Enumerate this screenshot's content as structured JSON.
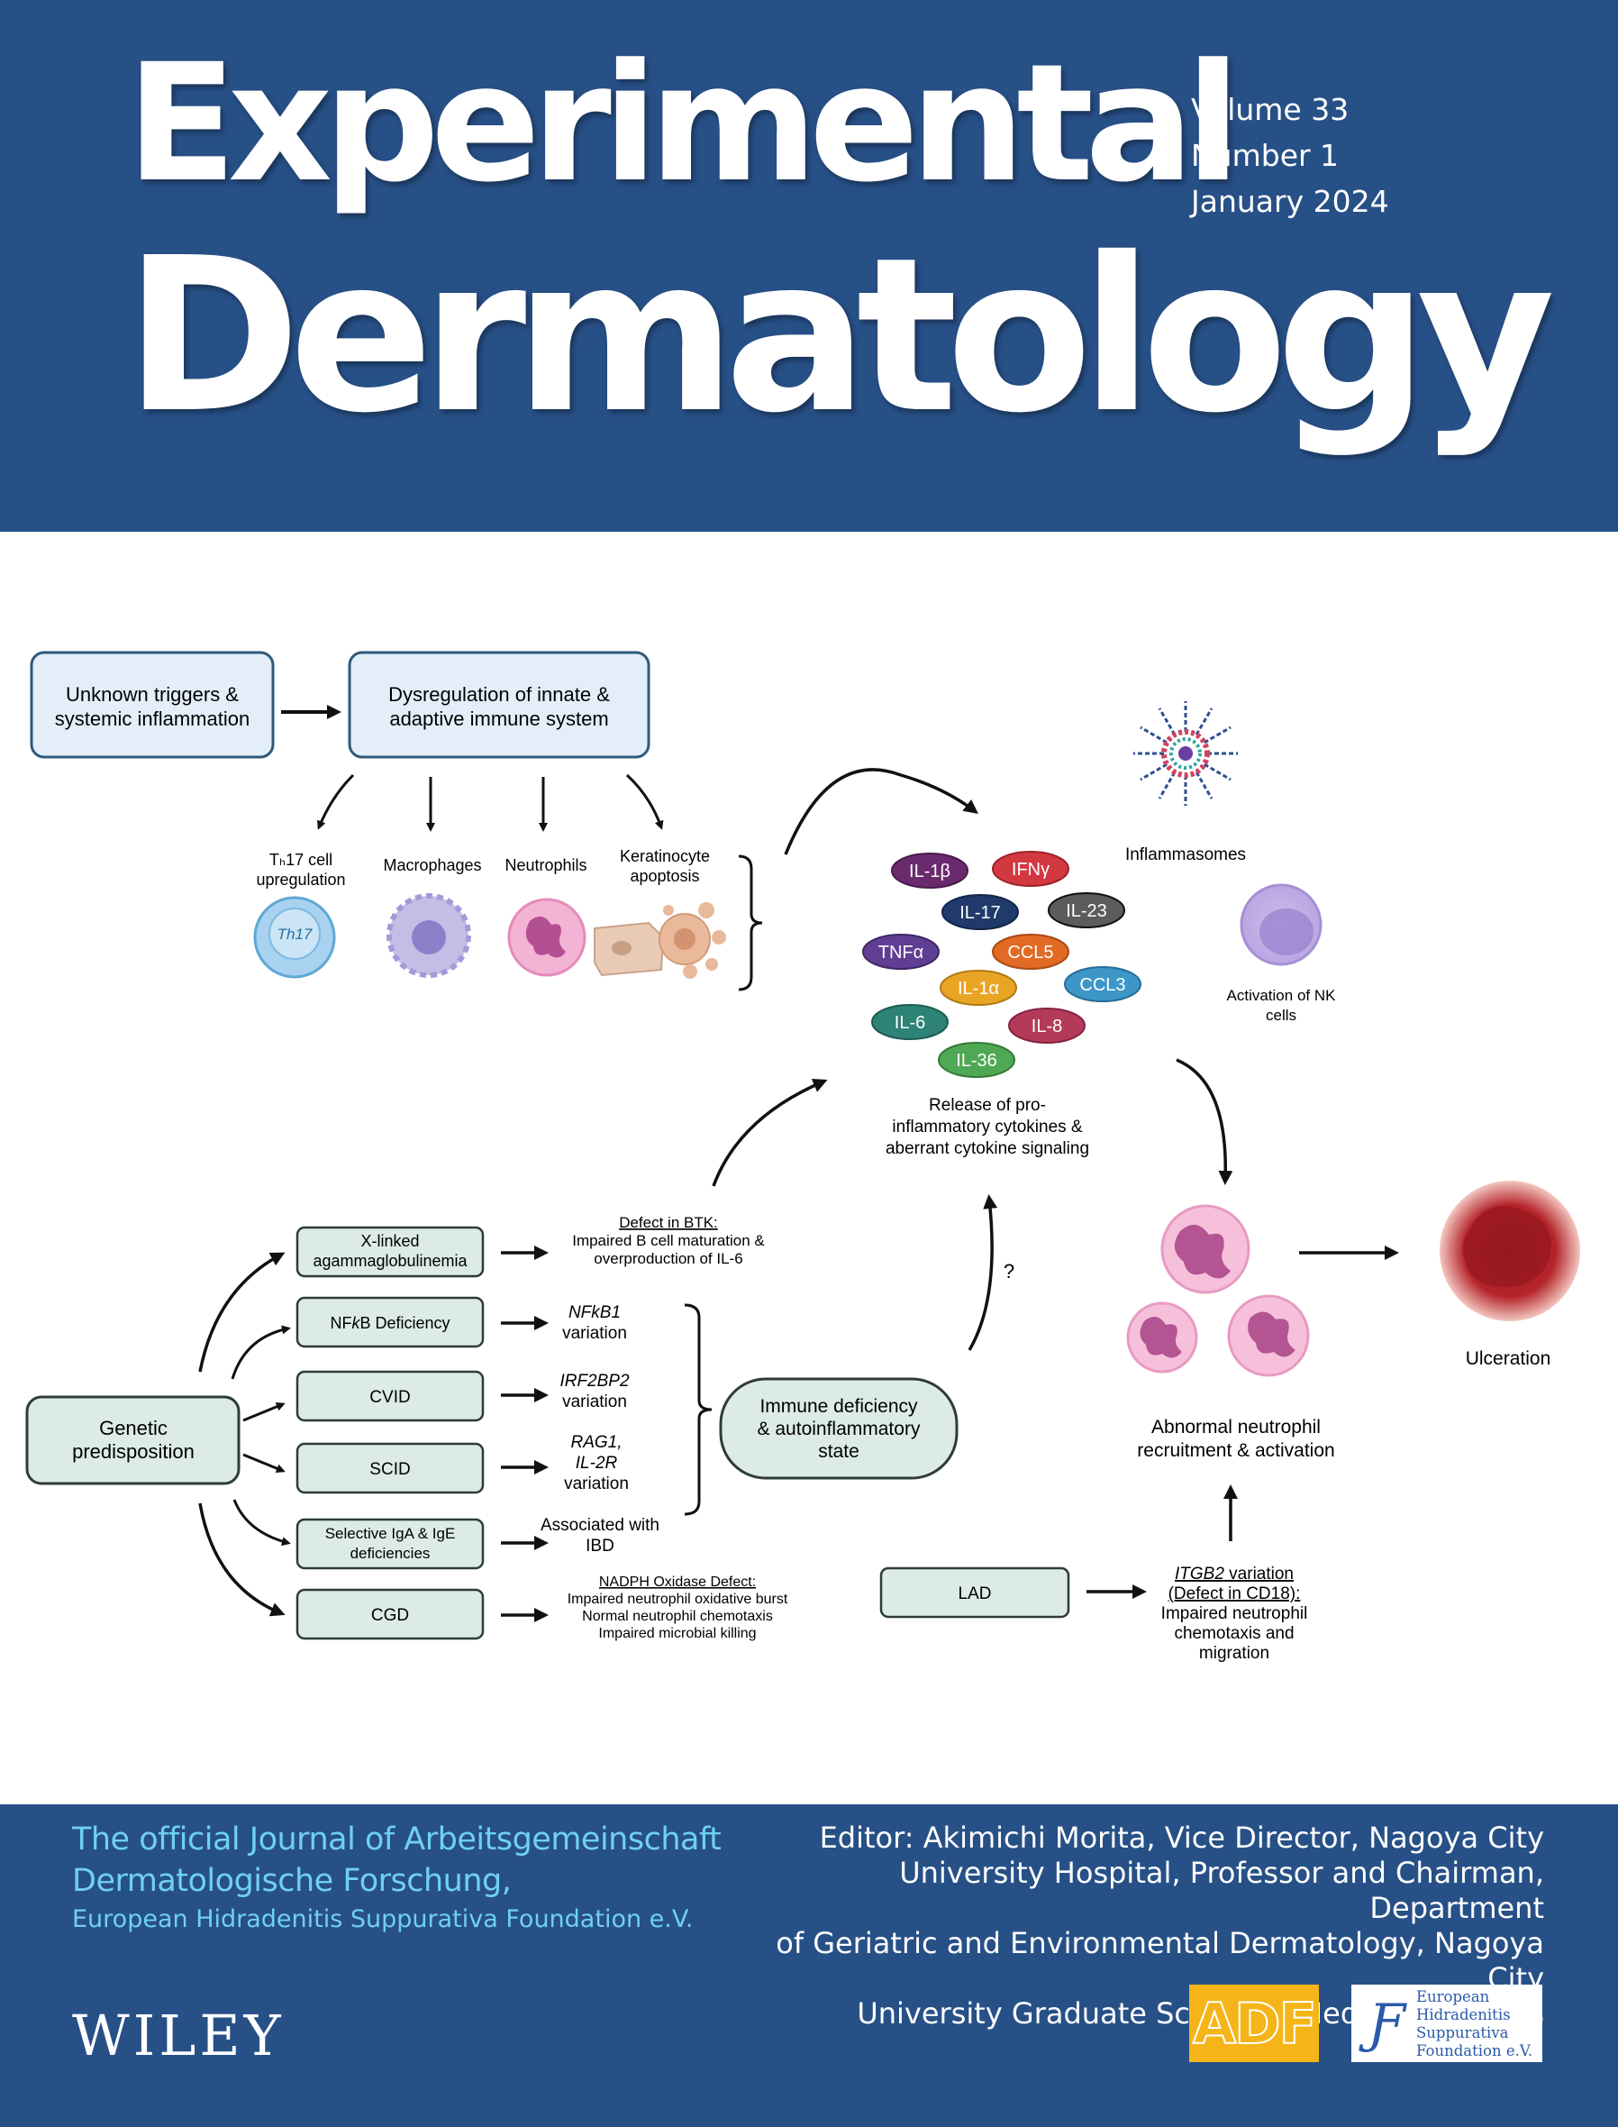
{
  "title_line1": "Experimental",
  "title_line2": "Dermatology",
  "issue": {
    "volume": "Volume 33",
    "number": "Number 1",
    "date": "January 2024"
  },
  "diagram": {
    "box_unknown": [
      "Unknown triggers &",
      "systemic inflammation"
    ],
    "box_dysreg": [
      "Dysregulation of innate &",
      "adaptive immune system"
    ],
    "th17_label": [
      "Tₕ",
      "17 cell",
      "upregulation"
    ],
    "th17_cell": "Th17",
    "macrophages": "Macrophages",
    "neutrophils": "Neutrophils",
    "keratinocyte": [
      "Keratinocyte",
      "apoptosis"
    ],
    "inflammasomes": "Inflammasomes",
    "nk": [
      "Activation of NK",
      "cells"
    ],
    "cytokines": [
      "IL-1β",
      "IFNγ",
      "IL-17",
      "IL-23",
      "TNFα",
      "CCL5",
      "IL-1α",
      "CCL3",
      "IL-6",
      "IL-8",
      "IL-36"
    ],
    "release": [
      "Release of pro-",
      "inflammatory cytokines &",
      "aberrant cytokine signaling"
    ],
    "btk": [
      "Defect in BTK:",
      "Impaired B cell maturation &",
      "overproduction of IL-6"
    ],
    "xlinked": [
      "X-linked",
      "agammaglobulinemia"
    ],
    "nfkb_def": [
      "NF",
      "k",
      "B Deficiency"
    ],
    "nfkb1": [
      "NFkB1",
      "variation"
    ],
    "cvid": "CVID",
    "irf": [
      "IRF2BP2",
      "variation"
    ],
    "scid": "SCID",
    "rag": [
      "RAG1,",
      "IL-2R",
      "variation"
    ],
    "iga": [
      "Selective IgA & IgE",
      "deficiencies"
    ],
    "ibd": [
      "Associated with",
      "IBD"
    ],
    "cgd": "CGD",
    "nadph": [
      "NADPH Oxidase Defect:",
      "Impaired neutrophil oxidative burst",
      "Normal neutrophil chemotaxis",
      "Impaired microbial killing"
    ],
    "genetic": [
      "Genetic",
      "predisposition"
    ],
    "immune_def": [
      "Immune deficiency",
      "& autoinflammatory",
      "state"
    ],
    "question": "?",
    "abnormal": [
      "Abnormal neutrophil",
      "recruitment & activation"
    ],
    "ulceration": "Ulceration",
    "lad": "LAD",
    "itgb2": [
      "ITGB2",
      " variation",
      "(Defect in CD18):",
      "Impaired neutrophil",
      "chemotaxis and",
      "migration"
    ]
  },
  "official": [
    "The official Journal of Arbeitsgemeinschaft",
    "Dermatologische Forschung,",
    "European Hidradenitis Suppurativa Foundation e.V."
  ],
  "editor": [
    "Editor: Akimichi Morita, Vice Director, Nagoya City",
    "University Hospital, Professor and Chairman, Department",
    "of Geriatric and Environmental Dermatology, Nagoya City",
    "University Graduate School of Medical Sciences"
  ],
  "publisher": "WILEY",
  "adf_logo": "ADF",
  "ehsf_logo": [
    "European",
    "Hidradenitis",
    "Suppurativa",
    "Foundation e.V."
  ],
  "colors": {
    "blue": "#275087",
    "box_blue": "#e3eef8",
    "box_green": "#dcebe5",
    "cyan_text": "#6fd1ee",
    "adf_yellow": "#f5b418"
  }
}
